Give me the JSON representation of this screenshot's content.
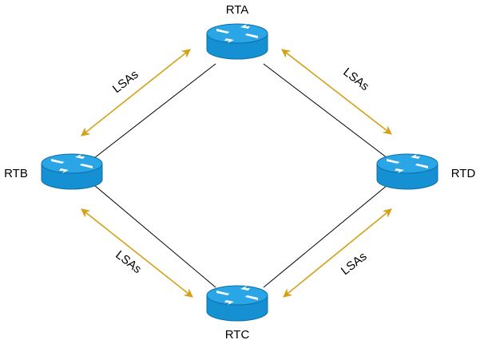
{
  "routers": {
    "rta": {
      "label": "RTA"
    },
    "rtb": {
      "label": "RTB"
    },
    "rtc": {
      "label": "RTC"
    },
    "rtd": {
      "label": "RTD"
    }
  },
  "exchanges": {
    "a_b": {
      "label": "LSAs"
    },
    "a_d": {
      "label": "LSAs"
    },
    "b_c": {
      "label": "LSAs"
    },
    "c_d": {
      "label": "LSAs"
    }
  },
  "colors": {
    "router_fill": "#1693d6",
    "router_top": "#2ba6e6",
    "router_stroke": "#0e6fa8",
    "arrow": "#d4a017",
    "link": "#000000"
  },
  "icons": {
    "router": "router-icon"
  }
}
